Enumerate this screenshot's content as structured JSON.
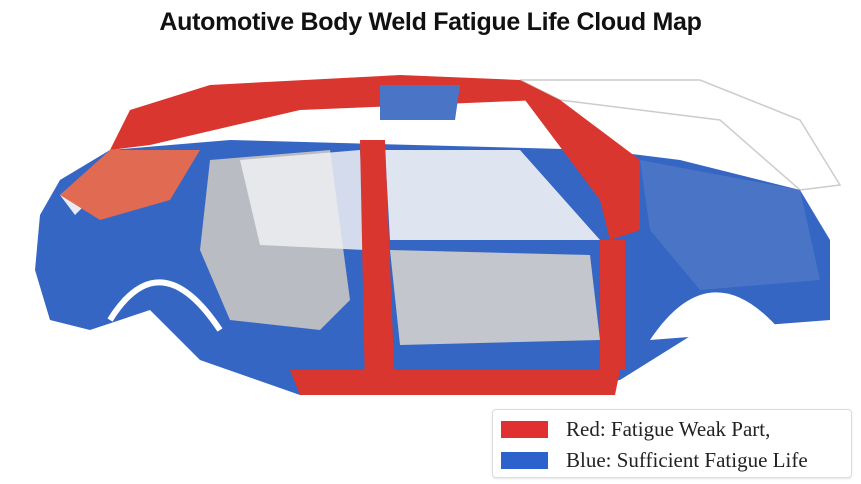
{
  "title": "Automotive Body Weld Fatigue Life Cloud Map",
  "legend": {
    "items": [
      {
        "label": "Red: Fatigue Weak Part,",
        "color": "#e03030"
      },
      {
        "label": "Blue: Sufficient Fatigue Life",
        "color": "#2d62cc"
      }
    ]
  },
  "colors": {
    "weak": "#d9362f",
    "sufficient": "#3566c4",
    "frame": "#c8c8c8"
  }
}
